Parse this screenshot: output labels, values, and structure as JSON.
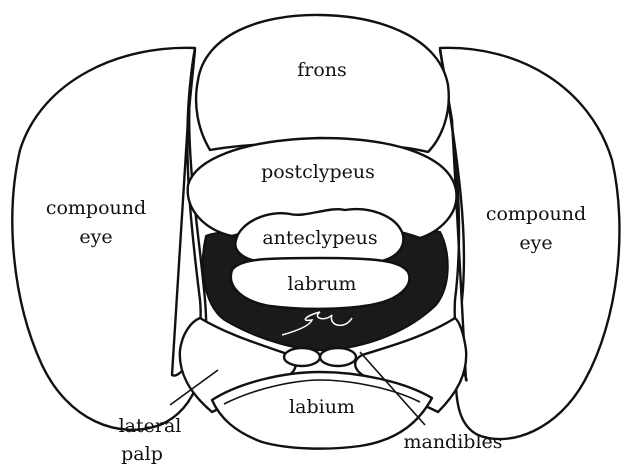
{
  "diagram": {
    "labels": {
      "frons": "frons",
      "postclypeus": "postclypeus",
      "anteclypeus": "anteclypeus",
      "labrum": "labrum",
      "compound_eye_left_1": "compound",
      "compound_eye_left_2": "eye",
      "compound_eye_right_1": "compound",
      "compound_eye_right_2": "eye",
      "labium": "labium",
      "lateral_palp_1": "lateral",
      "lateral_palp_2": "palp",
      "mandibles": "mandibles"
    }
  }
}
